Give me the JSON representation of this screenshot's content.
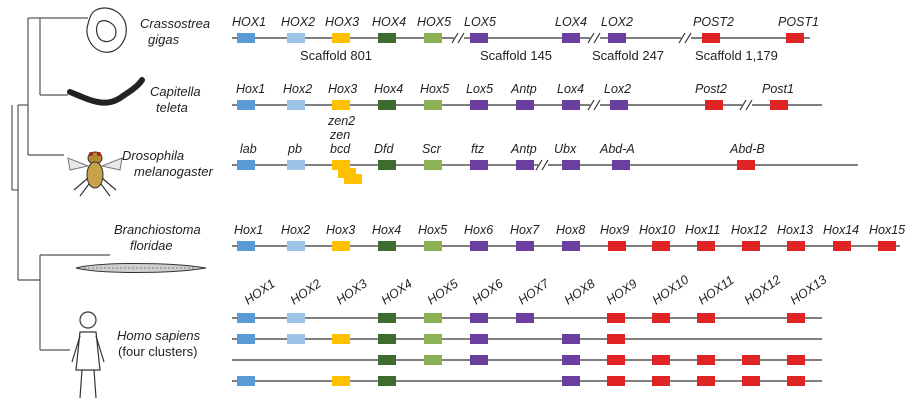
{
  "colors": {
    "hox1": "#5b9bd5",
    "hox2": "#9dc3e6",
    "hox3": "#ffc000",
    "hox4": "#3e6c2e",
    "hox5": "#8db256",
    "central": "#6b3fa0",
    "posterior": "#e02424"
  },
  "species": [
    {
      "genus": "Crassostrea",
      "epithet": "gigas",
      "picture": "oyster-shell"
    },
    {
      "genus": "Capitella",
      "epithet": "teleta",
      "picture": "worm"
    },
    {
      "genus": "Drosophila",
      "epithet": "melanogaster",
      "picture": "fly"
    },
    {
      "genus": "Branchiostoma",
      "epithet": "floridae",
      "picture": "lancelet"
    },
    {
      "genus": "Homo sapiens",
      "epithet": "(four clusters)",
      "picture": "human"
    }
  ],
  "crassostrea": {
    "genes": [
      "HOX1",
      "HOX2",
      "HOX3",
      "HOX4",
      "HOX5",
      "LOX5",
      "LOX4",
      "LOX2",
      "POST2",
      "POST1"
    ],
    "gene_colors": [
      "hox1",
      "hox2",
      "hox3",
      "hox4",
      "hox5",
      "central",
      "central",
      "central",
      "posterior",
      "posterior"
    ],
    "scaffolds": [
      "Scaffold 801",
      "Scaffold 145",
      "Scaffold 247",
      "Scaffold 1,179"
    ]
  },
  "capitella": {
    "genes": [
      "Hox1",
      "Hox2",
      "Hox3",
      "Hox4",
      "Hox5",
      "Lox5",
      "Antp",
      "Lox4",
      "Lox2",
      "Post2",
      "Post1"
    ],
    "gene_colors": [
      "hox1",
      "hox2",
      "hox3",
      "hox4",
      "hox5",
      "central",
      "central",
      "central",
      "central",
      "posterior",
      "posterior"
    ]
  },
  "drosophila": {
    "genes": [
      "lab",
      "pb",
      "bcd",
      "Dfd",
      "Scr",
      "ftz",
      "Antp",
      "Ubx",
      "Abd-A",
      "Abd-B"
    ],
    "gene_colors": [
      "hox1",
      "hox2",
      "hox3",
      "hox4",
      "hox5",
      "central",
      "central",
      "central",
      "central",
      "posterior"
    ],
    "stacked_labels": [
      "zen2",
      "zen"
    ]
  },
  "branchiostoma": {
    "genes": [
      "Hox1",
      "Hox2",
      "Hox3",
      "Hox4",
      "Hox5",
      "Hox6",
      "Hox7",
      "Hox8",
      "Hox9",
      "Hox10",
      "Hox11",
      "Hox12",
      "Hox13",
      "Hox14",
      "Hox15"
    ],
    "gene_colors": [
      "hox1",
      "hox2",
      "hox3",
      "hox4",
      "hox5",
      "central",
      "central",
      "central",
      "posterior",
      "posterior",
      "posterior",
      "posterior",
      "posterior",
      "posterior",
      "posterior"
    ]
  },
  "homo": {
    "genes": [
      "HOX1",
      "HOX2",
      "HOX3",
      "HOX4",
      "HOX5",
      "HOX6",
      "HOX7",
      "HOX8",
      "HOX9",
      "HOX10",
      "HOX11",
      "HOX12",
      "HOX13"
    ],
    "gene_colors": [
      "hox1",
      "hox2",
      "hox3",
      "hox4",
      "hox5",
      "central",
      "central",
      "central",
      "posterior",
      "posterior",
      "posterior",
      "posterior",
      "posterior"
    ],
    "clusters": [
      [
        1,
        1,
        0,
        1,
        1,
        1,
        1,
        0,
        1,
        1,
        1,
        0,
        1
      ],
      [
        1,
        1,
        1,
        1,
        1,
        1,
        0,
        1,
        1,
        0,
        0,
        0,
        0
      ],
      [
        0,
        0,
        0,
        1,
        1,
        1,
        0,
        1,
        1,
        1,
        1,
        1,
        1
      ],
      [
        1,
        0,
        1,
        1,
        0,
        0,
        0,
        1,
        1,
        1,
        1,
        1,
        1
      ]
    ]
  }
}
